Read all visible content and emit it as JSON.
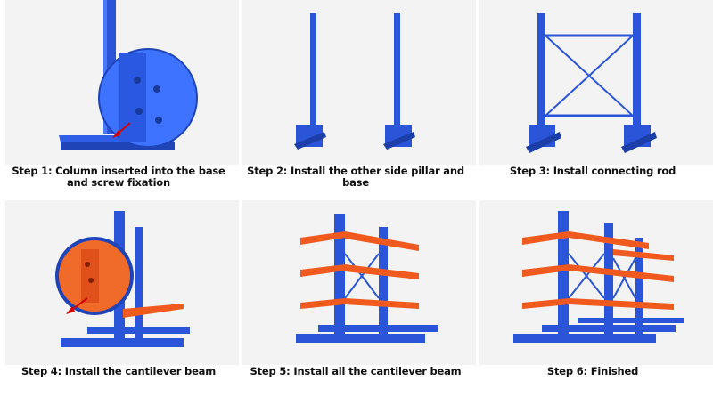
{
  "steps": [
    {
      "caption": "Step 1: Column inserted into the base and screw fixation"
    },
    {
      "caption": "Step 2: Install the other side pillar and base"
    },
    {
      "caption": "Step 3: Install connecting rod"
    },
    {
      "caption": "Step 4: Install the cantilever beam"
    },
    {
      "caption": "Step 5: Install all the cantilever beam"
    },
    {
      "caption": "Step 6: Finished"
    }
  ],
  "colors": {
    "column_blue": "#2a55d8",
    "beam_orange": "#f05a1e",
    "background": "#f3f3f3"
  }
}
